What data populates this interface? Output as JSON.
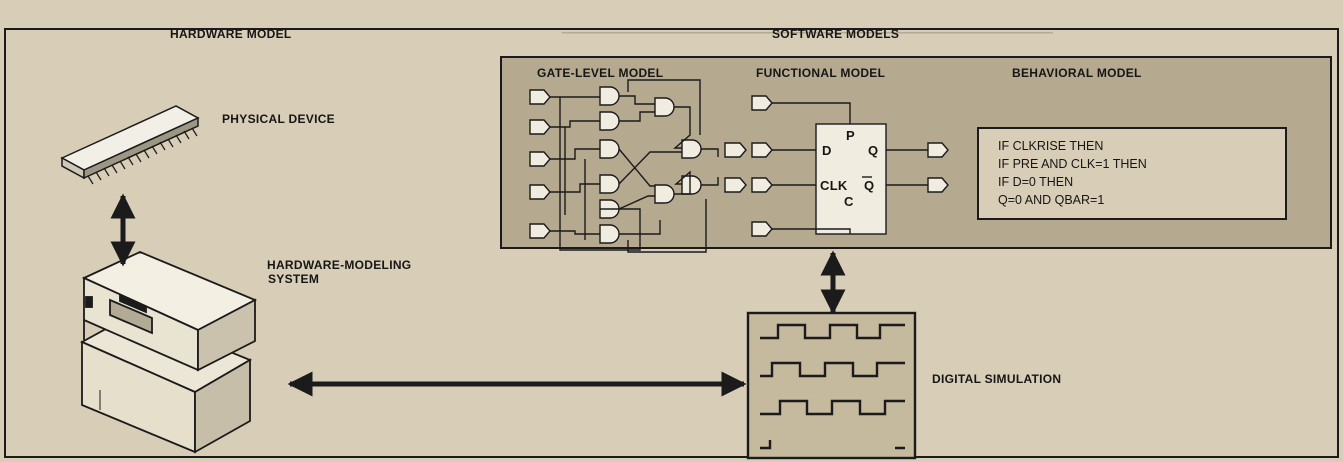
{
  "labels": {
    "hardware_model": "HARDWARE MODEL",
    "software_models": "SOFTWARE MODELS",
    "physical_device": "PHYSICAL DEVICE",
    "hardware_modeling_system_line1": "HARDWARE-MODELING",
    "hardware_modeling_system_line2": "SYSTEM",
    "gate_level_model": "GATE-LEVEL MODEL",
    "functional_model": "FUNCTIONAL MODEL",
    "behavioral_model": "BEHAVIORAL MODEL",
    "digital_simulation": "DIGITAL SIMULATION"
  },
  "flipflop": {
    "preset_pin": "P",
    "data_pin": "D",
    "output_pin": "Q",
    "clock_pin": "CLK",
    "output_bar_pin": "Q",
    "clear_pin": "C"
  },
  "behavioral_code": [
    "IF CLKRISE THEN",
    "IF PRE AND CLK=1 THEN",
    "IF D=0 THEN",
    "Q=0 AND QBAR=1"
  ],
  "colors": {
    "page": "#d8cdb6",
    "panel": "#b5a98f",
    "ink": "#1b1b1b"
  },
  "icons": [
    "chip-icon",
    "hardware-modeling-system-icon",
    "waveform-display-icon"
  ]
}
